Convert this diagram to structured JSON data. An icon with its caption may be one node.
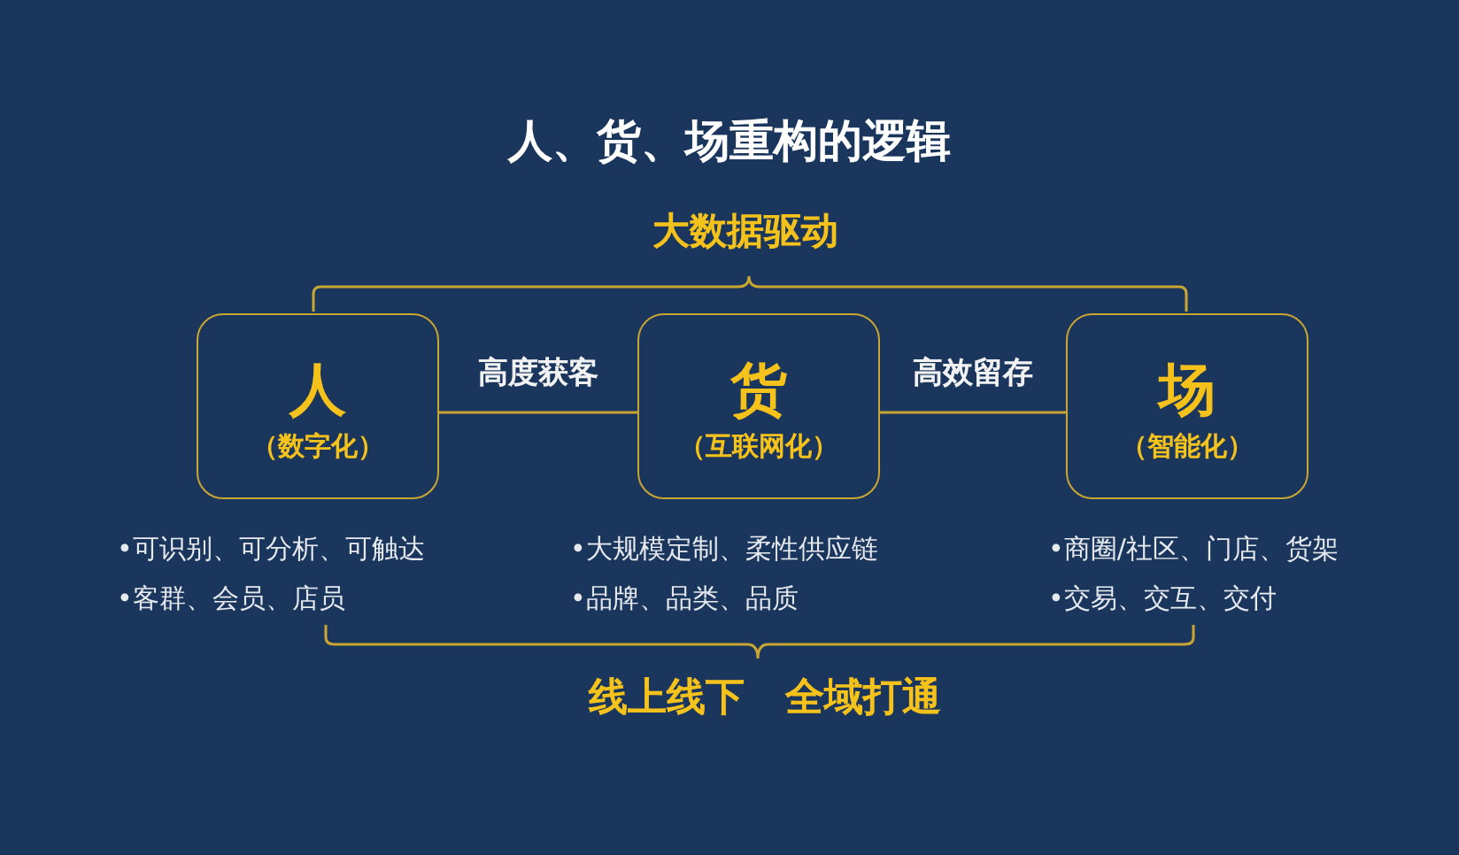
{
  "diagram": {
    "title": "人、货、场重构的逻辑",
    "nodes": [
      {
        "text": [
          "人",
          "（数字化）"
        ],
        "beside": [
          "•可识别、可分析、可触达",
          "•客群、会员、店员"
        ]
      },
      {
        "text": [
          "货",
          "（互联网化）"
        ],
        "beside": [
          "•大规模定制、柔性供应链",
          "•品牌、品类、品质"
        ]
      },
      {
        "text": [
          "场",
          "（智能化）"
        ],
        "beside": [
          "•商圈/社区、门店、货架",
          "•交易、交互、交付"
        ]
      }
    ],
    "edges": [
      {
        "from": 0,
        "to": 1,
        "arrow": "none",
        "label": "高度获客"
      },
      {
        "from": 1,
        "to": 2,
        "arrow": "none",
        "label": "高效留存"
      }
    ],
    "labels": [
      "大数据驱动",
      "线上线下 全域打通"
    ]
  }
}
